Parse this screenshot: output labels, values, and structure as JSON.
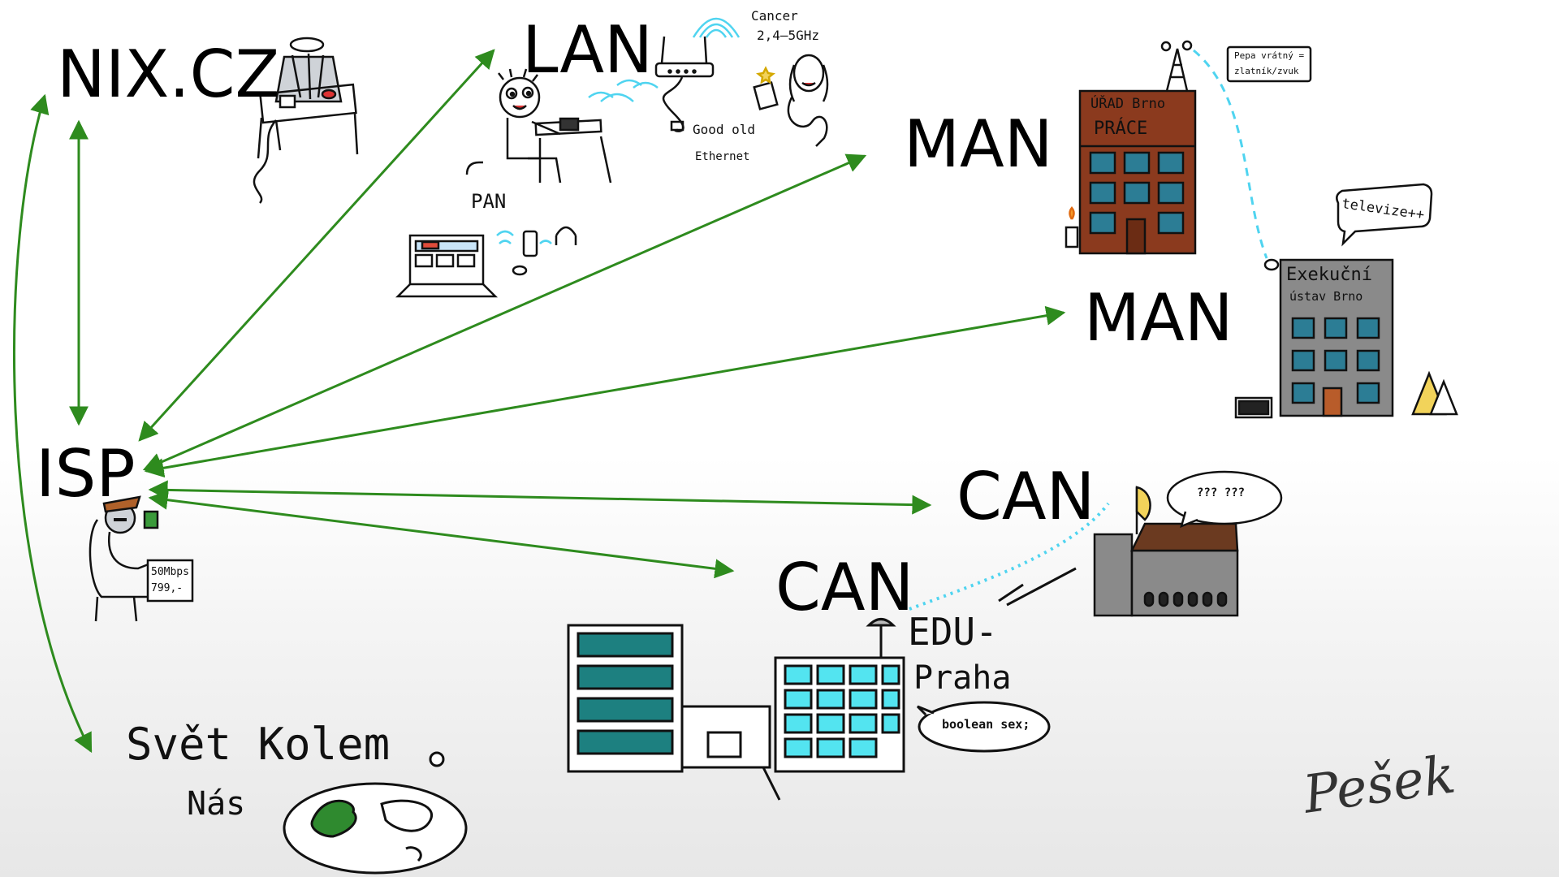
{
  "nodes": {
    "nix": "NIX.CZ",
    "lan": "LAN",
    "man_1": "MAN",
    "man_2": "MAN",
    "isp": "ISP",
    "can_1": "CAN",
    "can_2": "CAN"
  },
  "annotations": {
    "cancer": "Cancer",
    "freq": "2,4—5GHz",
    "good_old": "Good old",
    "ethernet": "Ethernet",
    "pan": "PAN",
    "urad": "ÚŘAD Brno",
    "prace": "PRÁCE",
    "pepa": "Pepa vrátný =",
    "pepa2": "zlatník/zvuk",
    "televize": "televize++",
    "exekucni": "Exekuční",
    "ustav": "ústav Brno",
    "isp_price_1": "50Mbps",
    "isp_price_2": "799,-",
    "edu": "EDU-",
    "praha": "Praha",
    "boolean": "boolean sex;",
    "bubble_can": "??? ???",
    "svet": "Svět Kolem",
    "nas": "Nás",
    "signature": "Pešek"
  },
  "colors": {
    "arrow": "#2e8b1e",
    "dashed_link": "#4fd4f0",
    "building_brown": "#8b3a1e",
    "building_gray": "#8a8a8a",
    "window_blue": "#2c7d95",
    "window_cyan": "#53e4f0",
    "globe_green": "#2f8a2f",
    "flag_yellow": "#f2d35a"
  }
}
